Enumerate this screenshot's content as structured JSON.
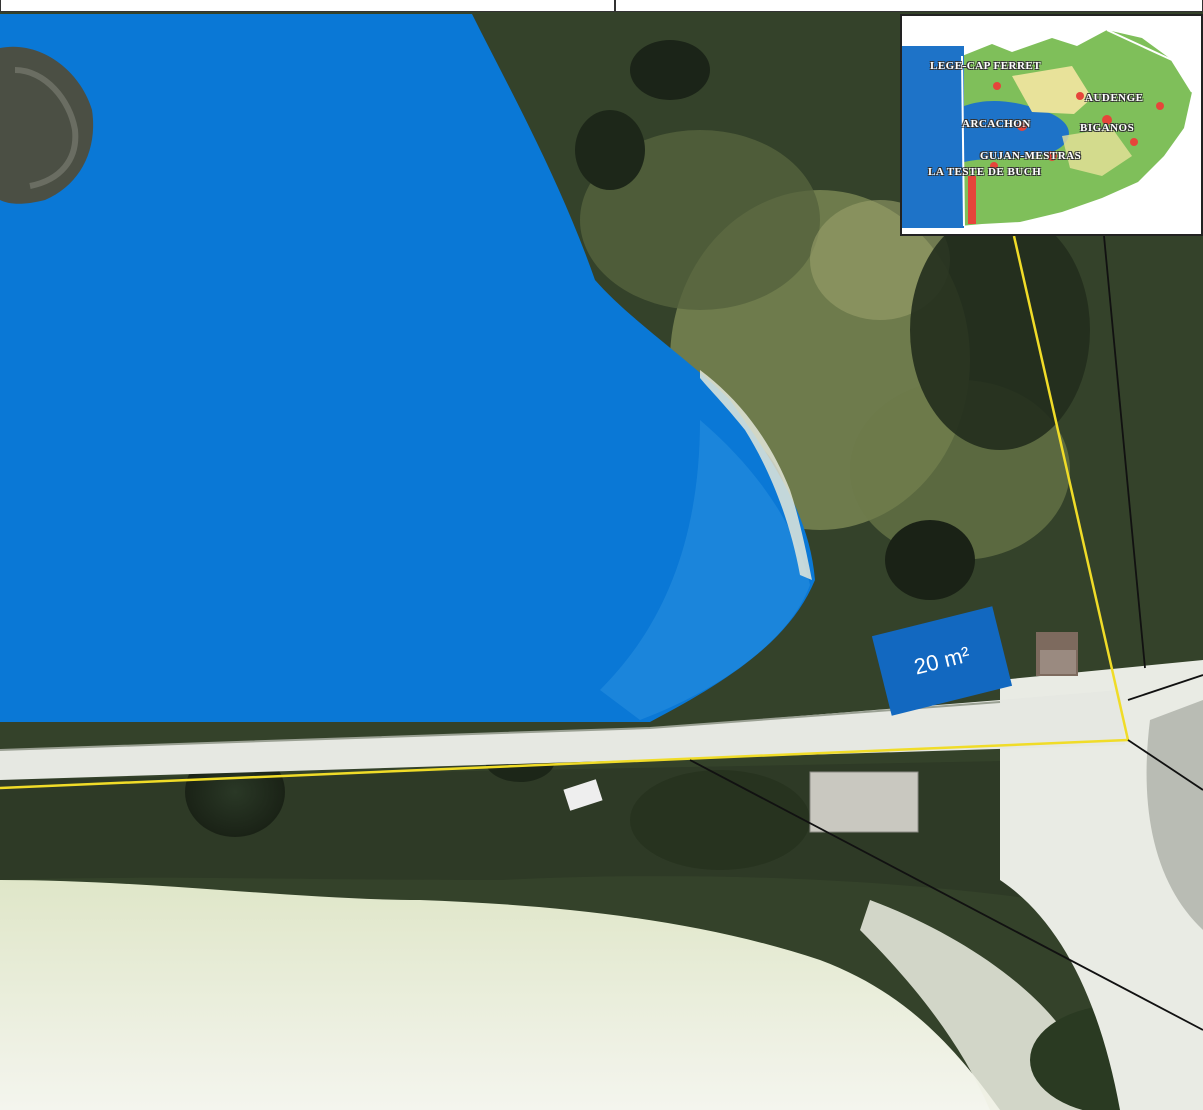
{
  "map": {
    "colors": {
      "water": "#0a78d6",
      "vegetation_dark": "#1f2b1c",
      "vegetation": "#3c4a2e",
      "sand": "#eef0e4",
      "road": "#e6e8e2",
      "parcel_line": "#f0dc28",
      "line_black": "#111111",
      "label_box": "#1268c0"
    },
    "area_label": "20 m²",
    "inset": {
      "towns": [
        "LEGE-CAP FERRET",
        "AUDENGE",
        "ARCACHON",
        "BIGANOS",
        "GUJAN-MESTRAS",
        "LA TESTE DE BUCH"
      ],
      "colors": {
        "land": "#7fbf5a",
        "water": "#1e73c8",
        "urban": "#e6453a",
        "fields": "#e8e29a"
      }
    }
  }
}
